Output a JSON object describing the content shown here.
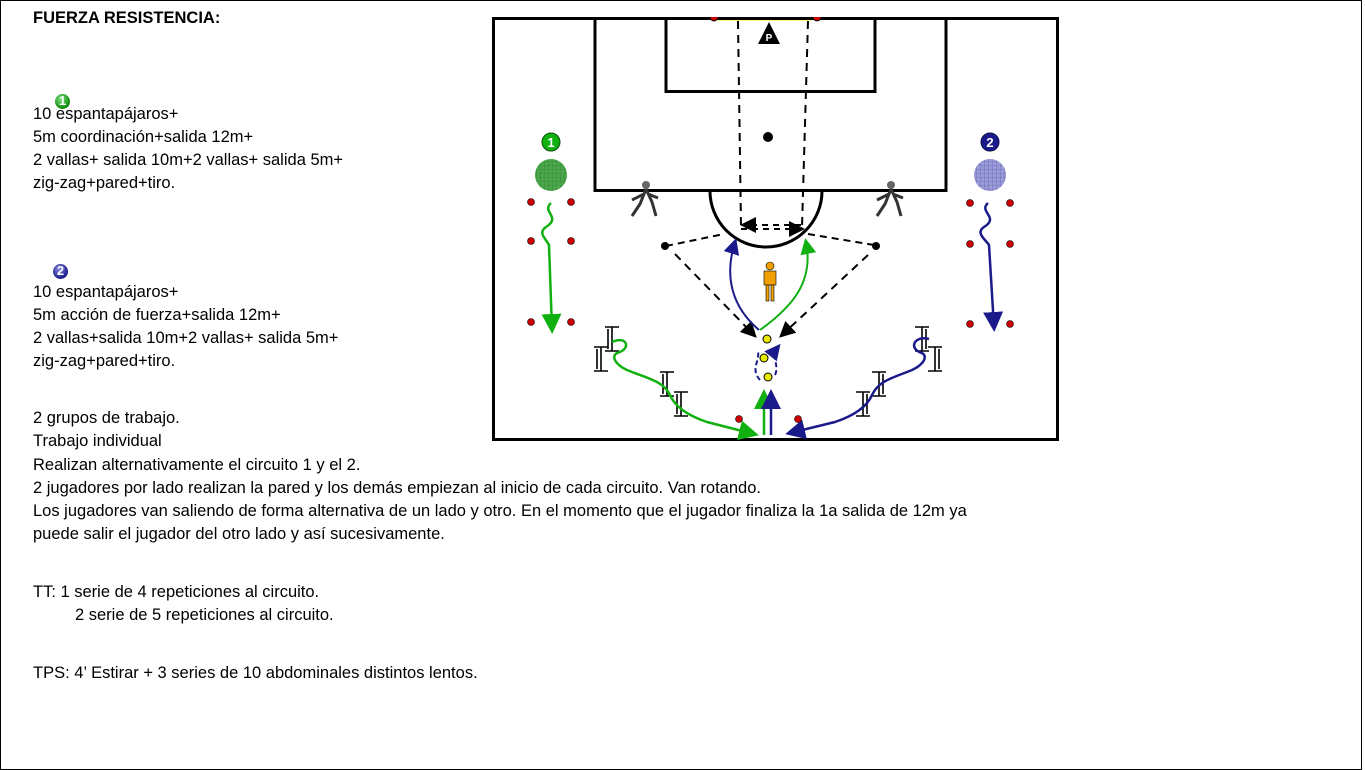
{
  "title": "FUERZA RESISTENCIA:",
  "circuit1": {
    "number": "1",
    "lines": [
      "10 espantapájaros+",
      "5m coordinación+salida 12m+",
      "2 vallas+ salida 10m+2 vallas+ salida 5m+",
      "zig-zag+pared+tiro."
    ]
  },
  "circuit2": {
    "number": "2",
    "lines": [
      "10 espantapájaros+",
      "5m acción de fuerza+salida 12m+",
      "2 vallas+salida 10m+2 vallas+ salida 5m+",
      "zig-zag+pared+tiro."
    ]
  },
  "notes": [
    "2 grupos de trabajo.",
    "Trabajo individual",
    "Realizan alternativamente el circuito 1 y el 2.",
    "2 jugadores por lado realizan la pared y los demás empiezan al inicio de cada circuito. Van rotando.",
    "Los jugadores van saliendo de forma alternativa de un lado y otro. En el momento que el jugador finaliza la 1a salida de 12m ya",
    "puede salir el jugador del otro lado y así sucesivamente."
  ],
  "tt": {
    "line1": "TT:  1 serie de 4 repeticiones al circuito.",
    "line2": "2 serie de 5 repeticiones al circuito."
  },
  "tps": "TPS: 4’ Estirar + 3 series de 10 abdominales distintos lentos.",
  "diagram": {
    "goalkeeper_label": "P",
    "group1_label": "1",
    "group2_label": "2",
    "colors": {
      "group1": "#10b010",
      "group2": "#1a1a8a",
      "cone": "#cc0000",
      "ball": "#e8e800",
      "coach": "#f0a000",
      "goal": "#ffff00"
    }
  }
}
